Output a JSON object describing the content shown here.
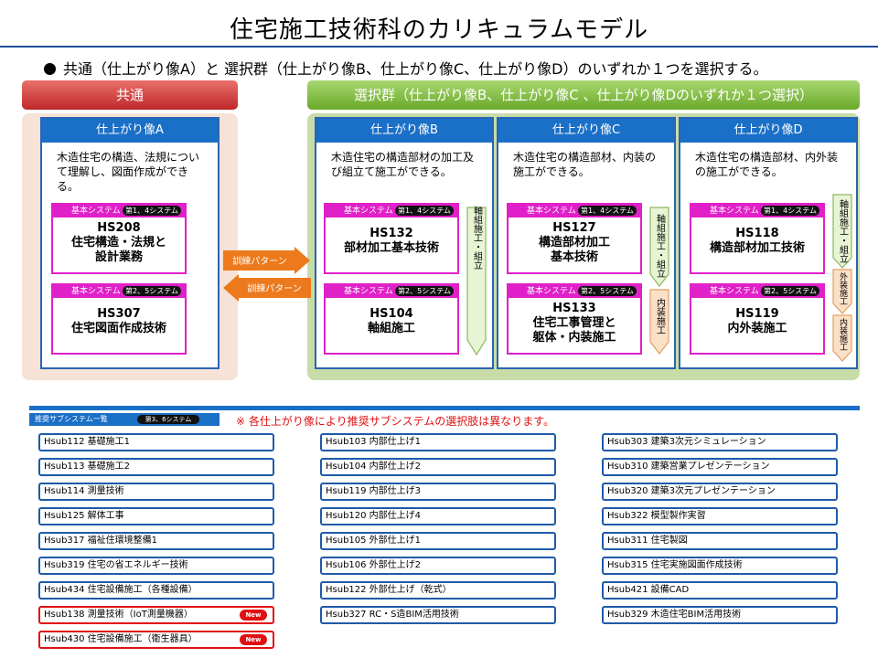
{
  "title": "住宅施工技術科のカリキュラムモデル",
  "intro": "共通（仕上がり像A）と 選択群（仕上がり像B、仕上がり像C、仕上がり像D）のいずれか１つを選択する。",
  "banners": {
    "common": "共通",
    "select": "選択群（仕上がり像B、仕上がり像C 、仕上がり像Dのいずれか１つ選択）"
  },
  "columns": [
    {
      "head": "仕上がり像A",
      "desc": "木造住宅の構造、法規について理解し、図面作成ができる。",
      "cards": [
        {
          "tab": "基本システム",
          "sys": "第1、4システム",
          "code": "HS208",
          "name1": "住宅構造・法規と",
          "name2": "設計業務"
        },
        {
          "tab": "基本システム",
          "sys": "第2、5システム",
          "code": "HS307",
          "name1": "住宅図面作成技術",
          "name2": ""
        }
      ]
    },
    {
      "head": "仕上がり像B",
      "desc": "木造住宅の構造部材の加工及び組立て施工ができる。",
      "cards": [
        {
          "tab": "基本システム",
          "sys": "第1、4システム",
          "code": "HS132",
          "name1": "部材加工基本技術",
          "name2": ""
        },
        {
          "tab": "基本システム",
          "sys": "第2、5システム",
          "code": "HS104",
          "name1": "軸組施工",
          "name2": ""
        }
      ],
      "arrows": [
        "軸組施工・組立"
      ]
    },
    {
      "head": "仕上がり像C",
      "desc": "木造住宅の構造部材、内装の施工ができる。",
      "cards": [
        {
          "tab": "基本システム",
          "sys": "第1、4システム",
          "code": "HS127",
          "name1": "構造部材加工",
          "name2": "基本技術"
        },
        {
          "tab": "基本システム",
          "sys": "第2、5システム",
          "code": "HS133",
          "name1": "住宅工事管理と",
          "name2": "躯体・内装施工"
        }
      ],
      "arrows": [
        "軸組施工・組立",
        "内装施工"
      ]
    },
    {
      "head": "仕上がり像D",
      "desc": "木造住宅の構造部材、内外装の施工ができる。",
      "cards": [
        {
          "tab": "基本システム",
          "sys": "第1、4システム",
          "code": "HS118",
          "name1": "構造部材加工技術",
          "name2": ""
        },
        {
          "tab": "基本システム",
          "sys": "第2、5システム",
          "code": "HS119",
          "name1": "内外装施工",
          "name2": ""
        }
      ],
      "arrows": [
        "軸組施工・組立",
        "外装施工",
        "内装施工"
      ]
    }
  ],
  "training_arrows": [
    "訓練パターン",
    "訓練パターン"
  ],
  "recommended": {
    "header": "推奨サブシステム一覧",
    "sys": "第3、6システム",
    "note": "※ 各仕上がり像により推奨サブシステムの選択肢は異なります。",
    "new_label": "New",
    "col1": [
      {
        "label": "Hsub112 基礎施工1",
        "new": false
      },
      {
        "label": "Hsub113 基礎施工2",
        "new": false
      },
      {
        "label": "Hsub114 測量技術",
        "new": false
      },
      {
        "label": "Hsub125 解体工事",
        "new": false
      },
      {
        "label": "Hsub317 福祉住環境整備1",
        "new": false
      },
      {
        "label": "Hsub319 住宅の省エネルギー技術",
        "new": false
      },
      {
        "label": "Hsub434 住宅設備施工（各種設備）",
        "new": false
      },
      {
        "label": "Hsub138 測量技術（IoT測量機器）",
        "new": true
      },
      {
        "label": "Hsub430 住宅設備施工（衛生器具）",
        "new": true
      }
    ],
    "col2": [
      {
        "label": "Hsub103 内部仕上げ1",
        "new": false
      },
      {
        "label": "Hsub104 内部仕上げ2",
        "new": false
      },
      {
        "label": "Hsub119 内部仕上げ3",
        "new": false
      },
      {
        "label": "Hsub120 内部仕上げ4",
        "new": false
      },
      {
        "label": "Hsub105 外部仕上げ1",
        "new": false
      },
      {
        "label": "Hsub106 外部仕上げ2",
        "new": false
      },
      {
        "label": "Hsub122 外部仕上げ（乾式）",
        "new": false
      },
      {
        "label": "Hsub327 RC・S造BIM活用技術",
        "new": false
      }
    ],
    "col3": [
      {
        "label": "Hsub303 建築3次元シミュレーション",
        "new": false
      },
      {
        "label": "Hsub310 建築営業プレゼンテーション",
        "new": false
      },
      {
        "label": "Hsub320 建築3次元プレゼンテーション",
        "new": false
      },
      {
        "label": "Hsub322 模型製作実習",
        "new": false
      },
      {
        "label": "Hsub311 住宅製図",
        "new": false
      },
      {
        "label": "Hsub315 住宅実施図面作成技術",
        "new": false
      },
      {
        "label": "Hsub421 設備CAD",
        "new": false
      },
      {
        "label": "Hsub329 木造住宅BIM活用技術",
        "new": false
      }
    ]
  }
}
